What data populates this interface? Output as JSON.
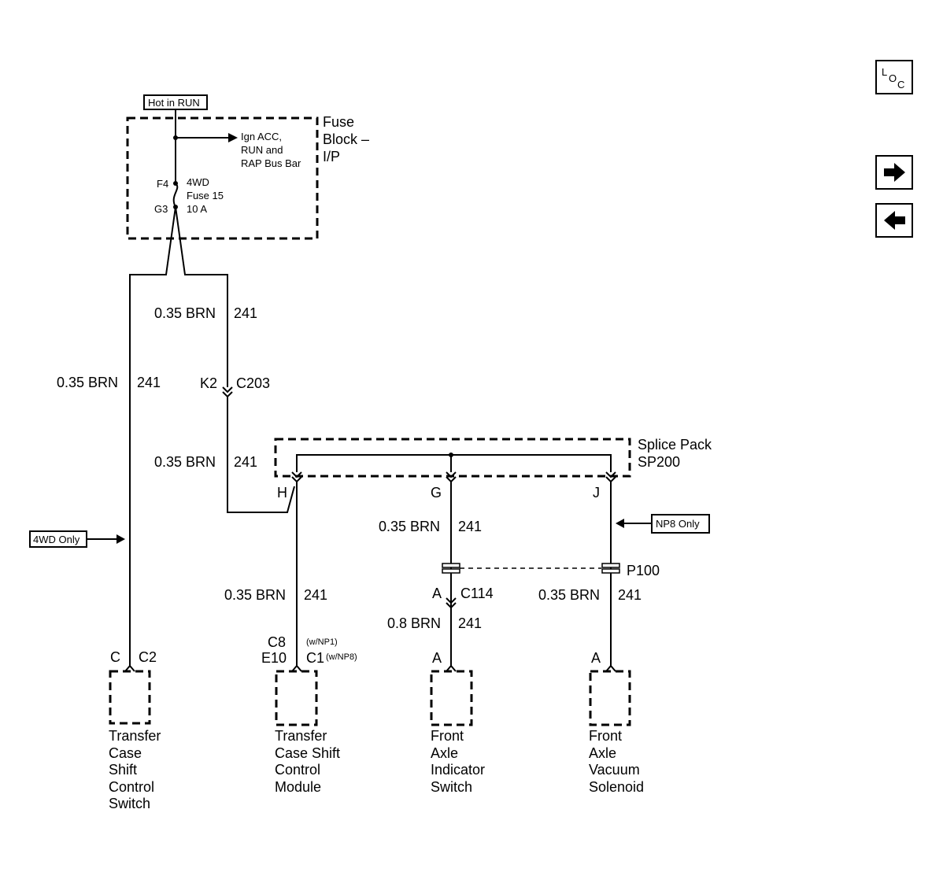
{
  "nav": {
    "loc_l": "L",
    "loc_o": "O",
    "loc_c": "C",
    "next_icon": "arrow-right-icon",
    "prev_icon": "arrow-left-icon"
  },
  "fuse_block": {
    "hot_label": "Hot in RUN",
    "title_1": "Fuse",
    "title_2": "Block –",
    "title_3": "I/P",
    "bus_1": "Ign ACC,",
    "bus_2": "RUN and",
    "bus_3": "RAP Bus Bar",
    "pin_in": "F4",
    "pin_out": "G3",
    "fuse_1": "4WD",
    "fuse_2": "Fuse 15",
    "fuse_3": "10 A"
  },
  "wires": {
    "left_gauge": "0.35 BRN",
    "left_circuit": "241",
    "mid_gauge": "0.35 BRN",
    "mid_circuit": "241",
    "c203_pin": "K2",
    "c203": "C203",
    "mid2_gauge": "0.35 BRN",
    "mid2_circuit": "241",
    "h_gauge": "0.35 BRN",
    "h_circuit": "241",
    "g_gauge": "0.35 BRN",
    "g_circuit": "241",
    "c114_pin": "A",
    "c114": "C114",
    "g2_gauge": "0.8 BRN",
    "g2_circuit": "241",
    "j_gauge": "0.35 BRN",
    "j_circuit": "241",
    "p100": "P100"
  },
  "splice": {
    "title_1": "Splice Pack",
    "title_2": "SP200",
    "pin_h": "H",
    "pin_g": "G",
    "pin_j": "J"
  },
  "notes": {
    "fourwd_only": "4WD Only",
    "np8_only": "NP8 Only"
  },
  "components": {
    "c1_pin_a": "C",
    "c1_pin_b": "C2",
    "c1_l1": "Transfer",
    "c1_l2": "Case",
    "c1_l3": "Shift",
    "c1_l4": "Control",
    "c1_l5": "Switch",
    "c2_pin_a1": "C8",
    "c2_pin_a2": "E10",
    "c2_pin_b": "C1",
    "c2_opt_1": "(w/NP1)",
    "c2_opt_2": "(w/NP8)",
    "c2_l1": "Transfer",
    "c2_l2": "Case Shift",
    "c2_l3": "Control",
    "c2_l4": "Module",
    "c3_pin": "A",
    "c3_l1": "Front",
    "c3_l2": "Axle",
    "c3_l3": "Indicator",
    "c3_l4": "Switch",
    "c4_pin": "A",
    "c4_l1": "Front",
    "c4_l2": "Axle",
    "c4_l3": "Vacuum",
    "c4_l4": "Solenoid"
  }
}
